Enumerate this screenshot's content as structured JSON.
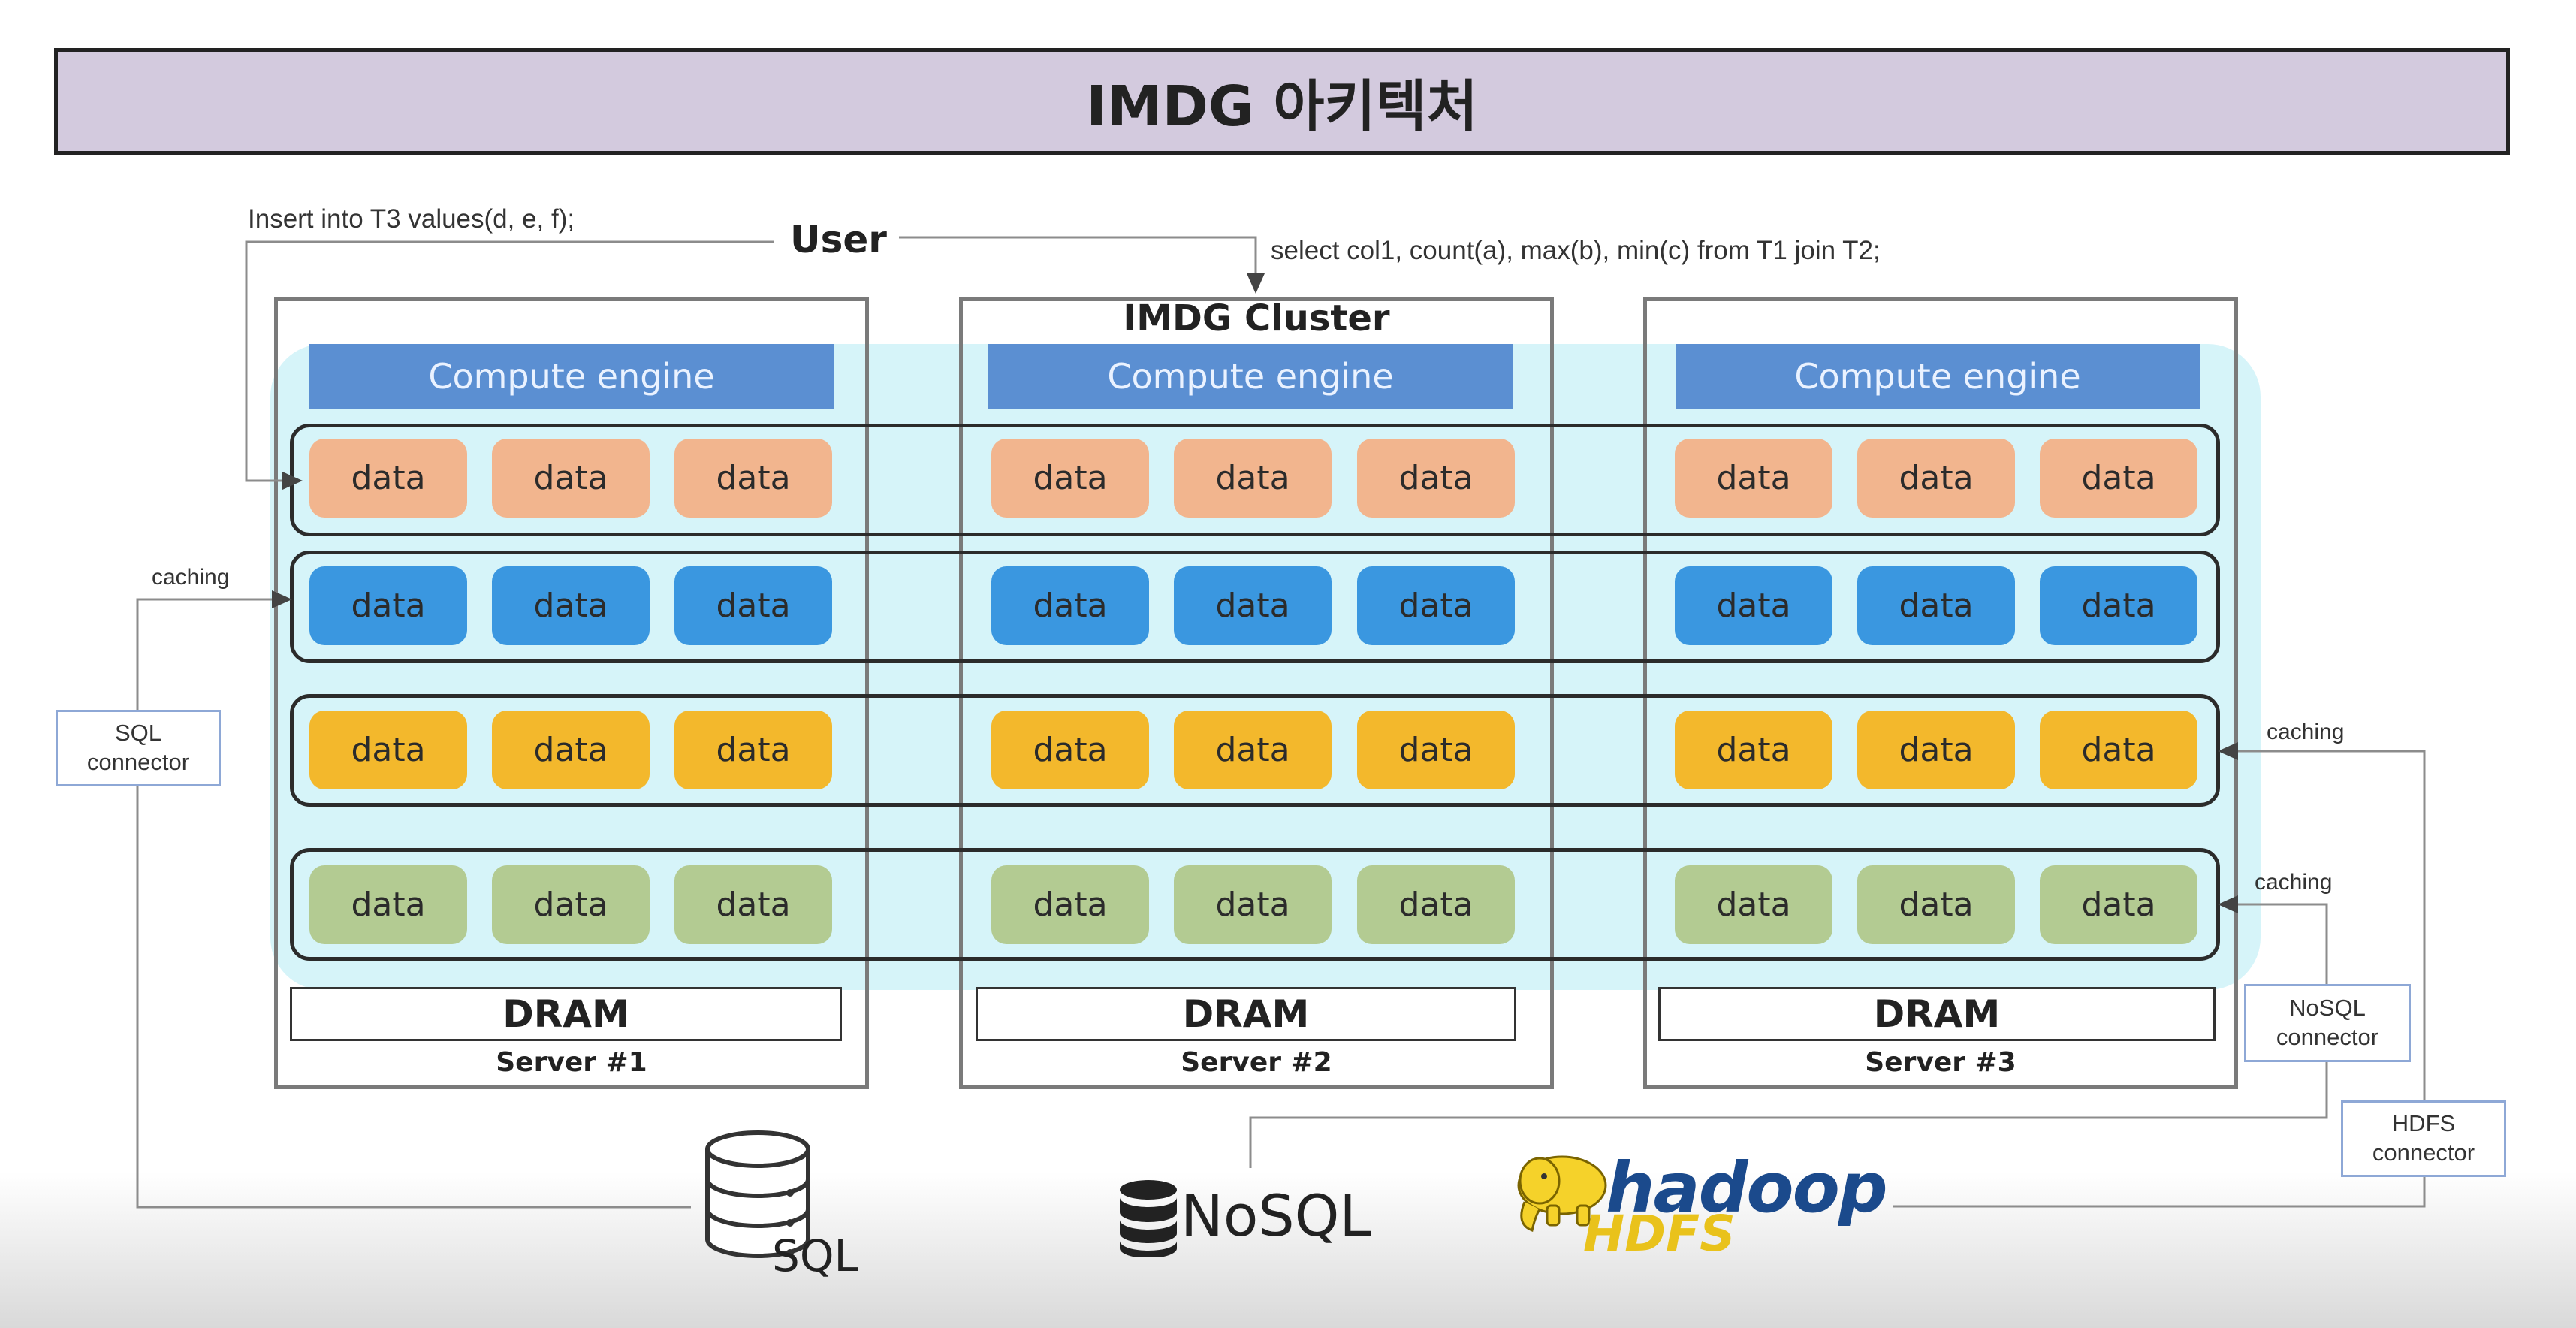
{
  "title": "IMDG 아키텍처",
  "user": {
    "label": "User",
    "insert_query": "Insert into T3 values(d, e, f);",
    "select_query": "select col1, count(a), max(b), min(c) from T1 join T2;"
  },
  "cluster_label": "IMDG Cluster",
  "engine_label": "Compute engine",
  "data_label": "data",
  "dram_label": "DRAM",
  "servers": [
    "Server #1",
    "Server #2",
    "Server #3"
  ],
  "row_colors": [
    "#f2b58e",
    "#3a97e0",
    "#f3b82c",
    "#b3cb92"
  ],
  "connectors": {
    "sql": [
      "SQL",
      "connector"
    ],
    "nosql": [
      "NoSQL",
      "connector"
    ],
    "hdfs": [
      "HDFS",
      "connector"
    ]
  },
  "caching_label": "caching",
  "sources": {
    "sql_label": "SQL",
    "nosql_label": "NoSQL",
    "hadoop_label": "hadoop",
    "hdfs_label": "HDFS"
  },
  "icons": {
    "sql": "database-cylinder-icon",
    "nosql": "database-stack-icon",
    "hadoop": "hadoop-elephant-logo"
  }
}
